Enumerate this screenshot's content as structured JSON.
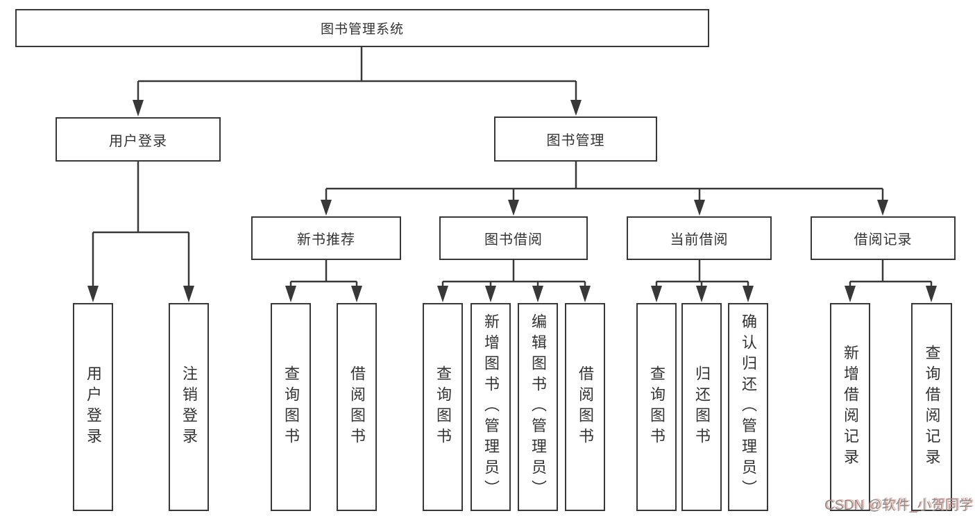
{
  "diagram": {
    "tree": {
      "label": "图书管理系统",
      "children": [
        {
          "label": "用户登录",
          "children": [
            {
              "label": "用户登录"
            },
            {
              "label": "注销登录"
            }
          ]
        },
        {
          "label": "图书管理",
          "children": [
            {
              "label": "新书推荐",
              "children": [
                {
                  "label": "查询图书"
                },
                {
                  "label": "借阅图书"
                }
              ]
            },
            {
              "label": "图书借阅",
              "children": [
                {
                  "label": "查询图书"
                },
                {
                  "label": "新增图书（管理员）"
                },
                {
                  "label": "编辑图书（管理员）"
                },
                {
                  "label": "借阅图书"
                }
              ]
            },
            {
              "label": "当前借阅",
              "children": [
                {
                  "label": "查询图书"
                },
                {
                  "label": "归还图书"
                },
                {
                  "label": "确认归还（管理员）"
                }
              ]
            },
            {
              "label": "借阅记录",
              "children": [
                {
                  "label": "新增借阅记录"
                },
                {
                  "label": "查询借阅记录"
                }
              ]
            }
          ]
        }
      ]
    },
    "colors": {
      "line": "#383838",
      "box_border": "#383838",
      "box_fill": "#ffffff",
      "text": "#333333",
      "watermark_text": "#8f8f8f",
      "watermark_accent": "#eb5a46"
    }
  },
  "watermark": {
    "text": "CSDN @软件_小贺同学"
  }
}
